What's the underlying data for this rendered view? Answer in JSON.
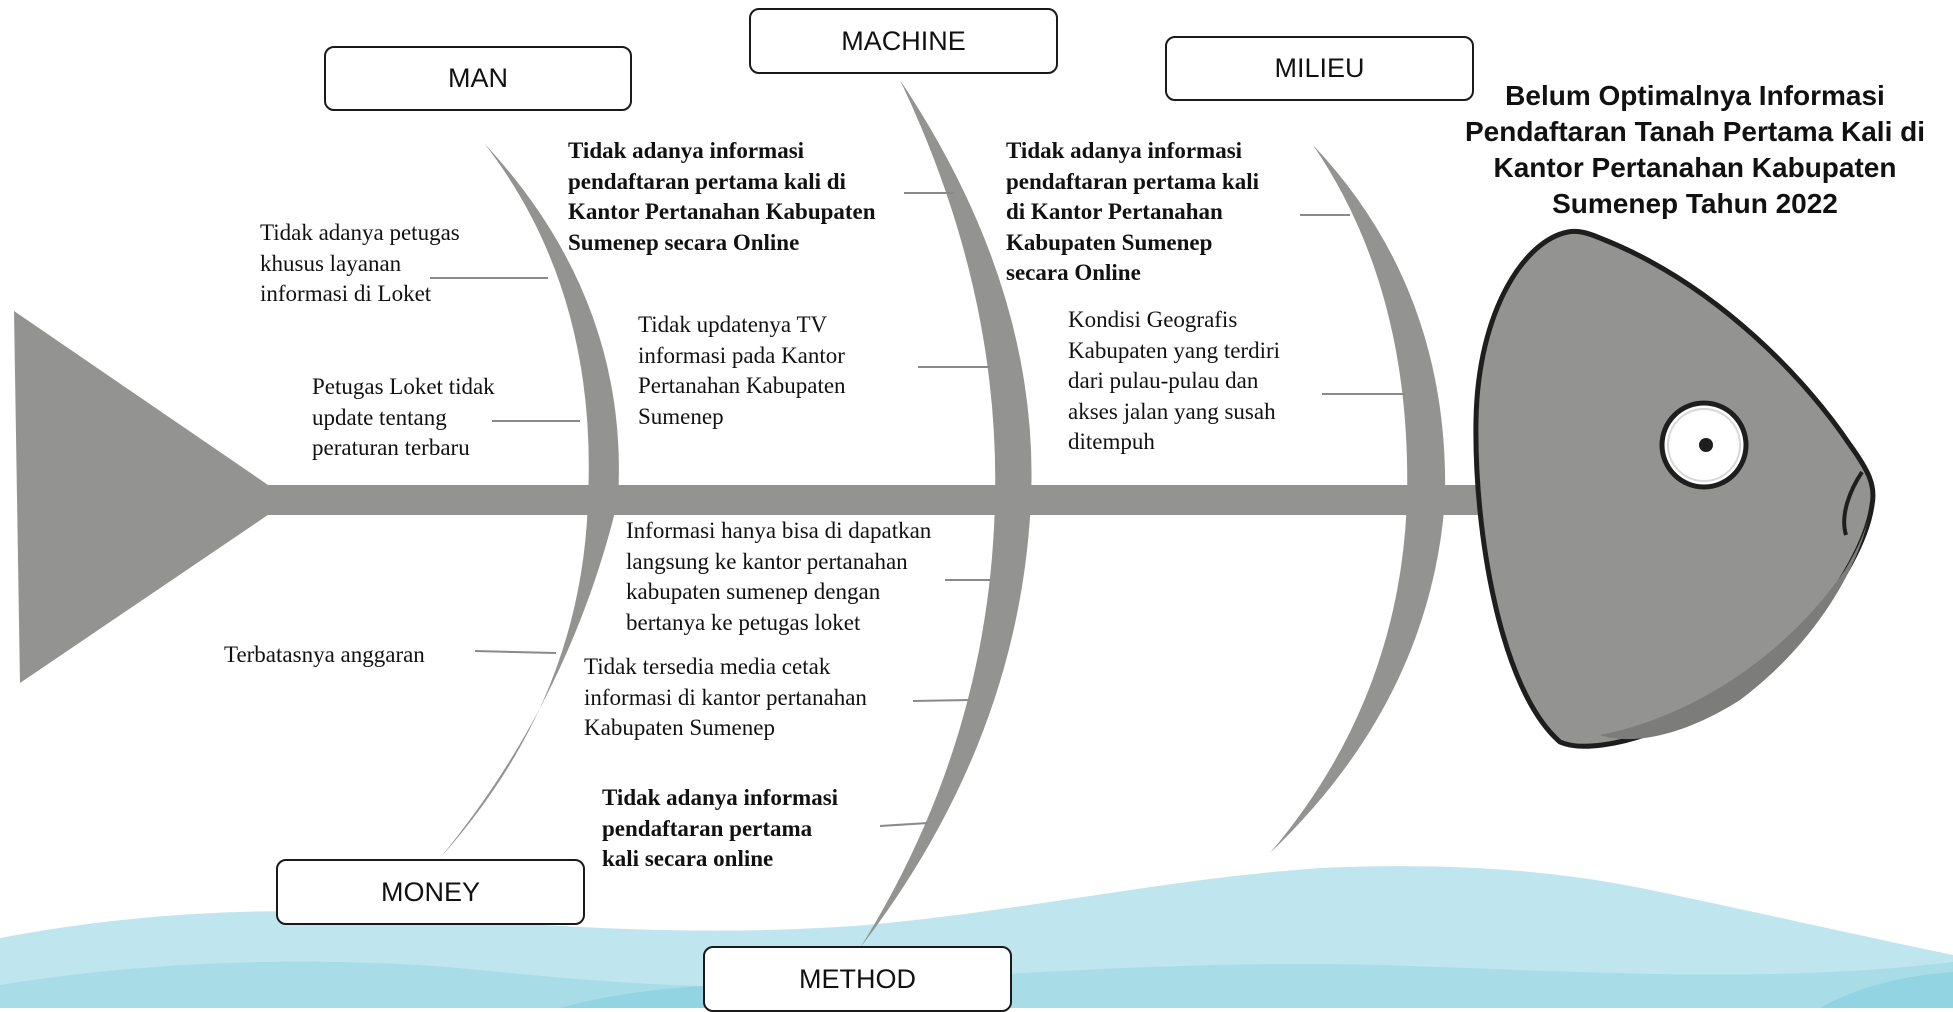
{
  "effect": {
    "title": "Belum Optimalnya Informasi Pendaftaran Tanah Pertama Kali di Kantor Pertanahan Kabupaten Sumenep Tahun 2022"
  },
  "categories": {
    "man": "MAN",
    "machine": "MACHINE",
    "milieu": "MILIEU",
    "money": "MONEY",
    "method": "METHOD"
  },
  "causes": {
    "man_1": "Tidak adanya petugas\nkhusus layanan\ninformasi di Loket",
    "man_2": "Petugas Loket tidak\nupdate tentang\nperaturan terbaru",
    "machine_1": "Tidak adanya informasi\npendaftaran pertama kali di\nKantor Pertanahan Kabupaten\nSumenep secara Online",
    "machine_2": "Tidak updatenya TV\ninformasi pada Kantor\nPertanahan Kabupaten\nSumenep",
    "milieu_1": "Tidak adanya informasi\npendaftaran pertama kali\ndi Kantor Pertanahan\nKabupaten Sumenep\nsecara Online",
    "milieu_2": "Kondisi Geografis\nKabupaten yang terdiri\ndari pulau-pulau dan\nakses jalan yang susah\nditempuh",
    "money_1": "Terbatasnya anggaran",
    "method_1": "Informasi hanya bisa di dapatkan\nlangsung ke kantor pertanahan\nkabupaten sumenep dengan\nbertanya ke petugas loket",
    "method_2": "Tidak tersedia media cetak\ninformasi di kantor pertanahan\nKabupaten Sumenep",
    "method_3": "Tidak adanya informasi\npendaftaran pertama\nkali secara online"
  },
  "colors": {
    "bone": "#939391",
    "head_outline": "#1e1e1e",
    "wave_light": "#bfe6ee",
    "wave_mid": "#a6dde8",
    "wave_dark": "#92d4e2"
  }
}
